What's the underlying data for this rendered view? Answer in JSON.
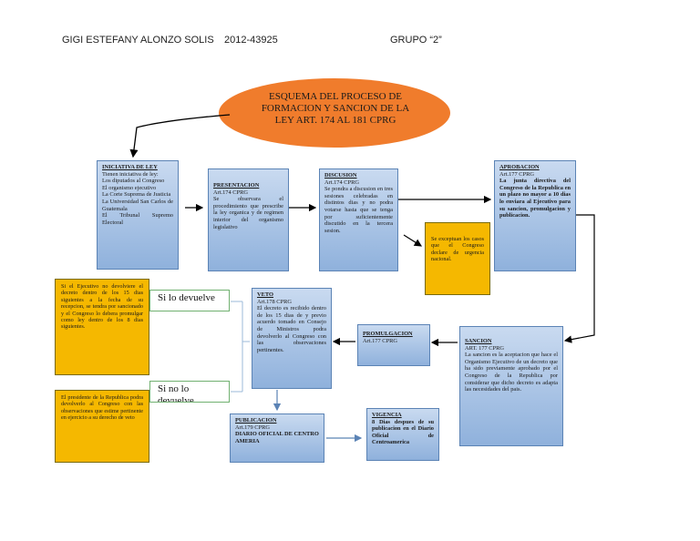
{
  "header": {
    "name": "GIGI ESTEFANY ALONZO SOLIS",
    "id": "2012-43925",
    "group": "GRUPO “2”"
  },
  "title": "ESQUEMA DEL PROCESO DE FORMACION Y SANCION DE LA LEY ART. 174 AL 181 CPRG",
  "colors": {
    "oval": "#f07c2c",
    "box": "#8fb1dc",
    "note": "#f5b800"
  },
  "boxes": {
    "iniciativa": {
      "title": "INICIATIVA DE LEY",
      "lines": [
        "Tienen iniciativa de ley:",
        "Los diputados al Congreso",
        "El organismo ejecutivo",
        "La Corte Suprema de Justicia",
        "La Universidad San Carlos de Guatemala",
        "El Tribunal Supremo Electoral"
      ]
    },
    "presentacion": {
      "title": "PRESENTACION",
      "sub": "Art.174 CPRG",
      "body": "Se observara el procedimiento que prescribe la ley organica y de regimen interior del organismo legislativo"
    },
    "discusion": {
      "title": "DISCUSION",
      "sub": "Art.174 CPRG",
      "body": "Se pondra a discusion en tres sesiones celebradas en distintos dias y no podra votarse hasta que se tenga por suficientemente discutido en la tercera sesion."
    },
    "aprobacion": {
      "title": "APROBACION",
      "sub": "Art.177 CPRG",
      "body": "La junta directiva del Congreso de la Republica en un plazo no mayor a 10 dias lo enviara al Ejecutivo para su sancion, promulgacion y publicacion."
    },
    "sancion": {
      "title": "SANCION",
      "sub": "ART. 177 CPRG",
      "body": "La sancion es la aceptacion que hace el Organismo Ejecutivo de un decreto que ha sido previamente aprobado por el Congreso de la Republica por considerar que dicho decreto es adapta las necesidades del pais."
    },
    "promulgacion": {
      "title": "PROMULGACION",
      "sub": "Art.177 CPRG"
    },
    "veto": {
      "title": "VETO",
      "sub": "Art.178 CPRG",
      "body": "El decreto es recibido dentro de los 15 dias de y previo acuerdo tomado en Consejo de Ministros podra devolverlo al Congreso con las observaciones pertinentes."
    },
    "publicacion": {
      "title": "PUBLICACION",
      "sub": "Art.179 CPRG",
      "body": "DIARIO OFICIAL DE CENTRO AMERIA"
    },
    "vigencia": {
      "title": "VIGENCIA",
      "body": "8 Dias despues de su publicacion en el Diario Oficial de Centroamerica"
    }
  },
  "notes": {
    "excepcion": "Se exceptuan los casos que el Congreso declare de urgencia nacional.",
    "devuelve": "Si el Ejecutivo no devolviere el decreto dentro de los 15 dias siguientes a la fecha de su recepcion, se tendra por sancionado y el Congreso lo debera promulgar como ley dentro de los 8 dias siguientes.",
    "no_devuelve": "El presidente de la Republica podra devolverlo al Congreso con las observaciones que estime pertinente en ejercicio a su derecho de veto"
  },
  "labels": {
    "si_devuelve": "Si lo devuelve",
    "si_no": "Si no lo devuelve"
  }
}
